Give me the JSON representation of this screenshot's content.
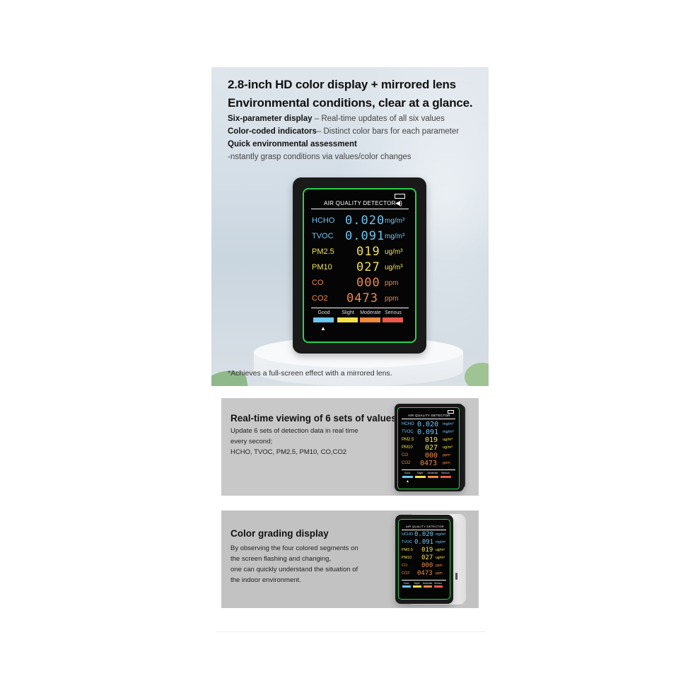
{
  "panel1": {
    "title_line1": "2.8-inch HD color display + mirrored lens",
    "title_line2": "Environmental conditions, clear at a glance.",
    "features": [
      {
        "bold": "Six-parameter display",
        "rest": " – Real-time updates of all six values"
      },
      {
        "bold": "Color-coded indicators",
        "rest": "– Distinct color bars for each parameter"
      },
      {
        "bold": "Quick environmental assessment",
        "rest": ""
      },
      {
        "bold": "",
        "rest": "-nstantly grasp conditions via values/color changes"
      }
    ],
    "note": "*Achieves a full-screen effect with a mirrored lens."
  },
  "screen": {
    "title": "AIR QUALITY DETECTOR",
    "rows": [
      {
        "label": "HCHO",
        "value": "0.020",
        "unit": "mg/m³",
        "color": "#6cc6f2",
        "label_color": "#6cc6f2"
      },
      {
        "label": "TVOC",
        "value": "0.091",
        "unit": "mg/m³",
        "color": "#6cc6f2",
        "label_color": "#6cc6f2"
      },
      {
        "label": "PM2.5",
        "value": "019",
        "unit": "ug/m³",
        "color": "#f2e24a",
        "label_color": "#f2e24a"
      },
      {
        "label": "PM10",
        "value": "027",
        "unit": "ug/m³",
        "color": "#f2e24a",
        "label_color": "#f2e24a"
      },
      {
        "label": "CO",
        "value": "000",
        "unit": "ppm",
        "color": "#f08a3c",
        "label_color": "#f08a3c"
      },
      {
        "label": "CO2",
        "value": "0473",
        "unit": "ppm",
        "color": "#f08a3c",
        "label_color": "#f08a3c"
      }
    ],
    "levels": [
      {
        "label": "Good",
        "color": "#6cc6f2"
      },
      {
        "label": "Slight",
        "color": "#f2e24a"
      },
      {
        "label": "Moderate",
        "color": "#f08a3c"
      },
      {
        "label": "Serious",
        "color": "#e85a4a"
      }
    ],
    "pointer": "▲",
    "speaker": "🔊"
  },
  "panel2": {
    "heading": "Real-time viewing of 6 sets of values",
    "lines": [
      "Update 6 sets of detection data in real time",
      "every second;",
      "HCHO, TVOC, PM2.5, PM10, CO,CO2"
    ]
  },
  "panel3": {
    "heading": "Color grading display",
    "lines": [
      "By observing the four colored segments on",
      "the screen flashing and changing,",
      "one can quickly understand the situation of",
      "the indoor environment."
    ]
  }
}
